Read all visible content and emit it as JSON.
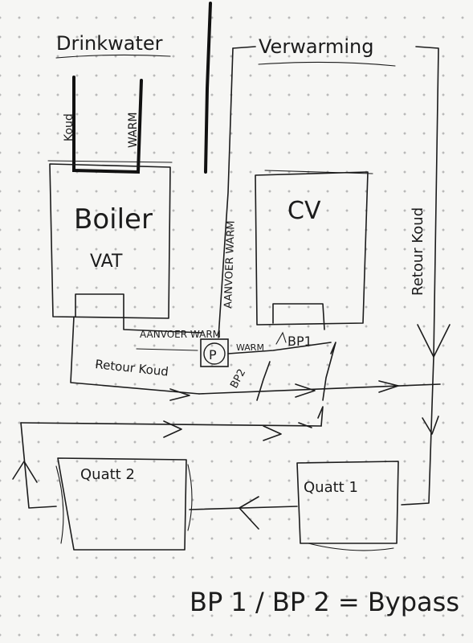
{
  "headings": {
    "drinkwater": "Drinkwater",
    "verwarming": "Verwarming"
  },
  "pipes": {
    "koud": "Koud",
    "warm": "WARM",
    "aanvoer_warm_vertical": "AANVOER WARM",
    "aanvoer_warm_small": "AANVOER WARM",
    "retour_koud_left": "Retour Koud",
    "retour_koud_right": "Retour Koud",
    "warm_small": "WARM"
  },
  "boiler": {
    "title": "Boiler",
    "subtitle": "VAT"
  },
  "cv": {
    "title": "CV"
  },
  "pump": {
    "label": "P"
  },
  "bypass": {
    "bp1": "BP1",
    "bp2": "BP2"
  },
  "radiators": {
    "quatt2": "Quatt 2",
    "quatt1": "Quatt 1"
  },
  "legend": {
    "text": "BP 1 / BP 2 = Bypass"
  }
}
